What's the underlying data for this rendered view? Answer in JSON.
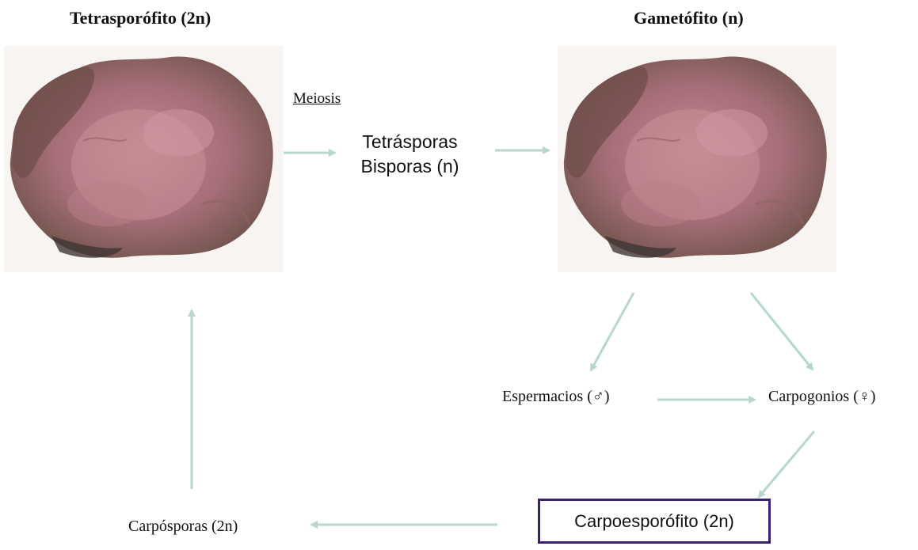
{
  "titles": {
    "tetrasporofito": "Tetrasporófito (2n)",
    "gametofito": "Gametófito (n)"
  },
  "labels": {
    "meiosis": "Meiosis",
    "tetrasporas": "Tetrásporas",
    "bisporas": "Bisporas (n)",
    "espermacios": "Espermacios (♂)",
    "carpogonios": "Carpogonios (♀)",
    "carposporas": "Carpósporas (2n)",
    "carpoesporofito": "Carpoesporófito (2n)"
  },
  "colors": {
    "arrow": "#b7d6cf",
    "box_border": "#3c1f6e",
    "alga_main": "#b47a84",
    "alga_dark": "#6f4e4a"
  }
}
